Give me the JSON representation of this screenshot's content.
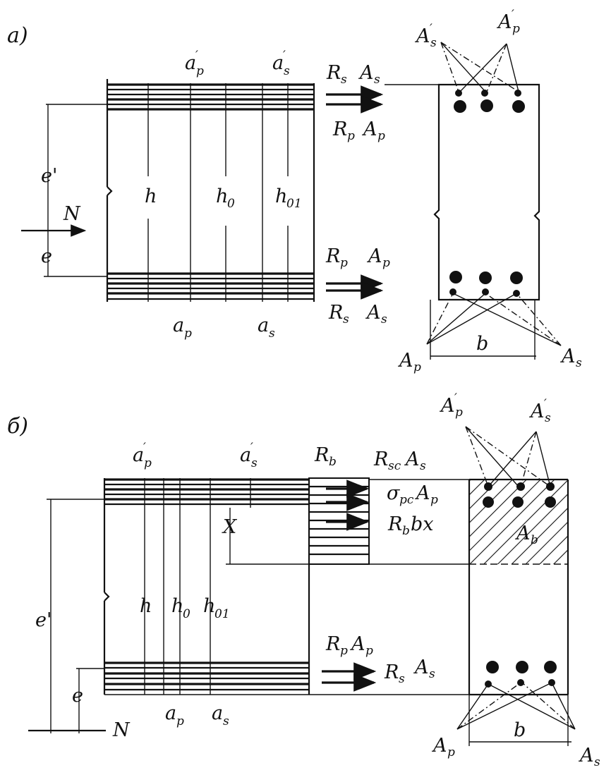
{
  "panel_a": {
    "panel_label": "а)",
    "long_labels": {
      "ap_top": "a",
      "ap_top_sub": "p",
      "as_top": "a",
      "as_top_sub": "s",
      "h": "h",
      "h0": "h",
      "h0_sub": "0",
      "h01": "h",
      "h01_sub": "01",
      "ap_bot": "a",
      "ap_bot_sub": "p",
      "as_bot": "a",
      "as_bot_sub": "s",
      "e_prime": "e'",
      "e": "e",
      "N": "N"
    },
    "forces": {
      "top1": "R",
      "top1_sub": "s",
      "top1b": "A",
      "top1b_sub": "s",
      "top2": "R",
      "top2_sub": "p",
      "top2b": "A",
      "top2b_sub": "p",
      "bot1": "R",
      "bot1_sub": "p",
      "bot1b": "A",
      "bot1b_sub": "p",
      "bot2": "R",
      "bot2_sub": "s",
      "bot2b": "A",
      "bot2b_sub": "s"
    },
    "section_labels": {
      "As_prime": "A",
      "As_prime_sub": "s",
      "Ap_prime": "A",
      "Ap_prime_sub": "p",
      "Ap": "A",
      "Ap_sub": "p",
      "As": "A",
      "As_sub": "s",
      "b": "b"
    }
  },
  "panel_b": {
    "panel_label": "б)",
    "long_labels": {
      "ap_top": "a",
      "ap_top_sub": "p",
      "as_top": "a",
      "as_top_sub": "s",
      "X": "X",
      "h": "h",
      "h0": "h",
      "h0_sub": "0",
      "h01": "h",
      "h01_sub": "01",
      "ap_bot": "a",
      "ap_bot_sub": "p",
      "as_bot": "a",
      "as_bot_sub": "s",
      "e_prime": "e'",
      "e": "e",
      "N": "N"
    },
    "forces": {
      "Rb": "R",
      "Rb_sub": "b",
      "Rsc": "R",
      "Rsc_sub": "sc",
      "Rsc_A": "A",
      "Rsc_A_sub": "s",
      "sigma": "σ",
      "sigma_sub": "pc",
      "sigma_A": "A",
      "sigma_A_sub": "p",
      "Rbbx": "R",
      "Rbbx_sub": "b",
      "Rbbx_rest": "bx",
      "RpAp": "R",
      "RpAp_sub": "p",
      "RpAp_A": "A",
      "RpAp_A_sub": "p",
      "RsAs": "R",
      "RsAs_sub": "s",
      "RsAs_A": "A",
      "RsAs_A_sub": "s"
    },
    "section_labels": {
      "Ap_prime": "A",
      "Ap_prime_sub": "p",
      "As_prime": "A",
      "As_prime_sub": "s",
      "Ab": "A",
      "Ab_sub": "b",
      "Ap": "A",
      "Ap_sub": "p",
      "As": "A",
      "As_sub": "s",
      "b": "b"
    }
  }
}
